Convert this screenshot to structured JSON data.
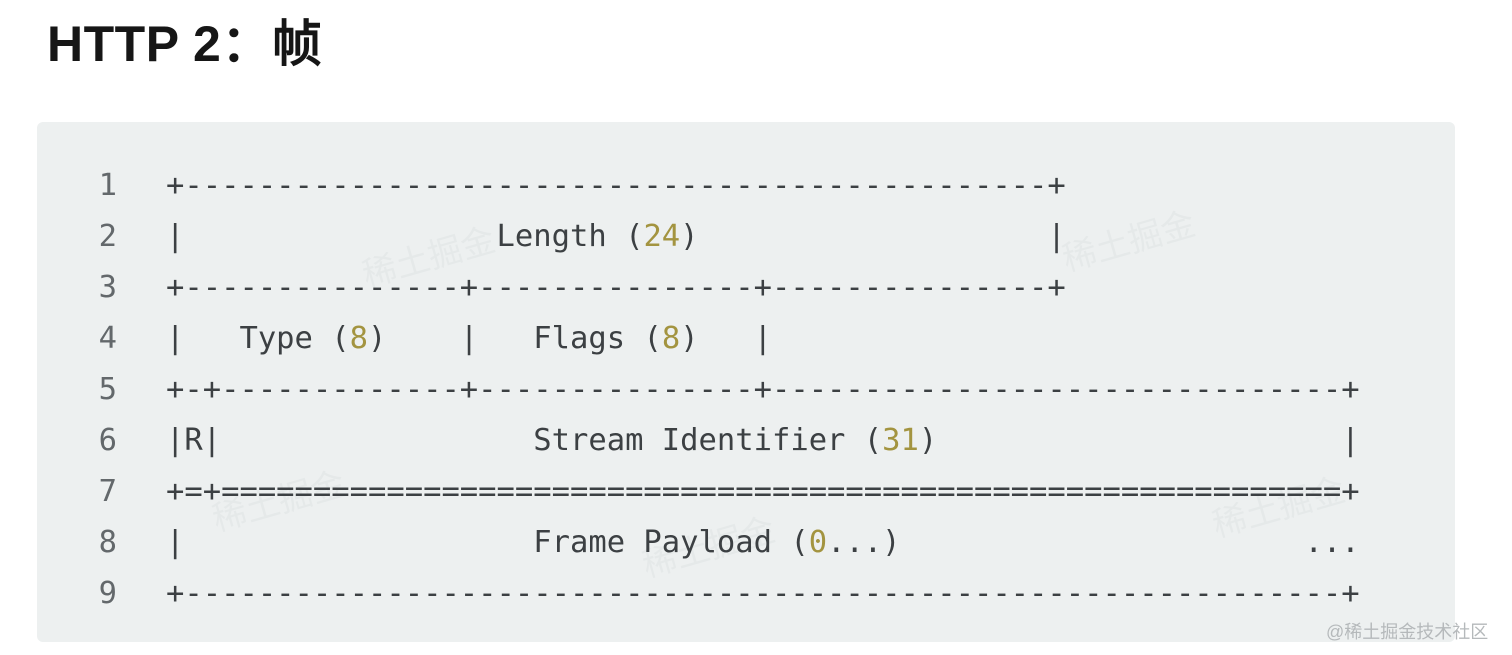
{
  "title": "HTTP 2：帧",
  "watermark": {
    "corner": "@稀土掘金技术社区",
    "diagonal": "稀土掘金"
  },
  "colors": {
    "title": "#161616",
    "block_bg": "#edf0f0",
    "code": "#3c4043",
    "line_number": "#63686b",
    "accent_number": "#a39440",
    "watermark": "#b5b9bb"
  },
  "code_block": {
    "language": "plaintext",
    "lines": [
      {
        "num": "1",
        "segments": [
          {
            "type": "plain",
            "text": "+-----------------------------------------------+"
          }
        ]
      },
      {
        "num": "2",
        "segments": [
          {
            "type": "plain",
            "text": "|                 Length ("
          },
          {
            "type": "number",
            "text": "24"
          },
          {
            "type": "plain",
            "text": ")                   |"
          }
        ]
      },
      {
        "num": "3",
        "segments": [
          {
            "type": "plain",
            "text": "+---------------+---------------+---------------+"
          }
        ]
      },
      {
        "num": "4",
        "segments": [
          {
            "type": "plain",
            "text": "|   Type ("
          },
          {
            "type": "number",
            "text": "8"
          },
          {
            "type": "plain",
            "text": ")    |   Flags ("
          },
          {
            "type": "number",
            "text": "8"
          },
          {
            "type": "plain",
            "text": ")   |"
          }
        ]
      },
      {
        "num": "5",
        "segments": [
          {
            "type": "plain",
            "text": "+-+-------------+---------------+-------------------------------+"
          }
        ]
      },
      {
        "num": "6",
        "segments": [
          {
            "type": "plain",
            "text": "|R|                 Stream Identifier ("
          },
          {
            "type": "number",
            "text": "31"
          },
          {
            "type": "plain",
            "text": ")                      |"
          }
        ]
      },
      {
        "num": "7",
        "segments": [
          {
            "type": "plain",
            "text": "+=+=============================================================+"
          }
        ]
      },
      {
        "num": "8",
        "segments": [
          {
            "type": "plain",
            "text": "|                   Frame Payload ("
          },
          {
            "type": "number",
            "text": "0"
          },
          {
            "type": "plain",
            "text": "...)                      ..."
          }
        ]
      },
      {
        "num": "9",
        "segments": [
          {
            "type": "plain",
            "text": "+---------------------------------------------------------------+"
          }
        ]
      }
    ]
  }
}
